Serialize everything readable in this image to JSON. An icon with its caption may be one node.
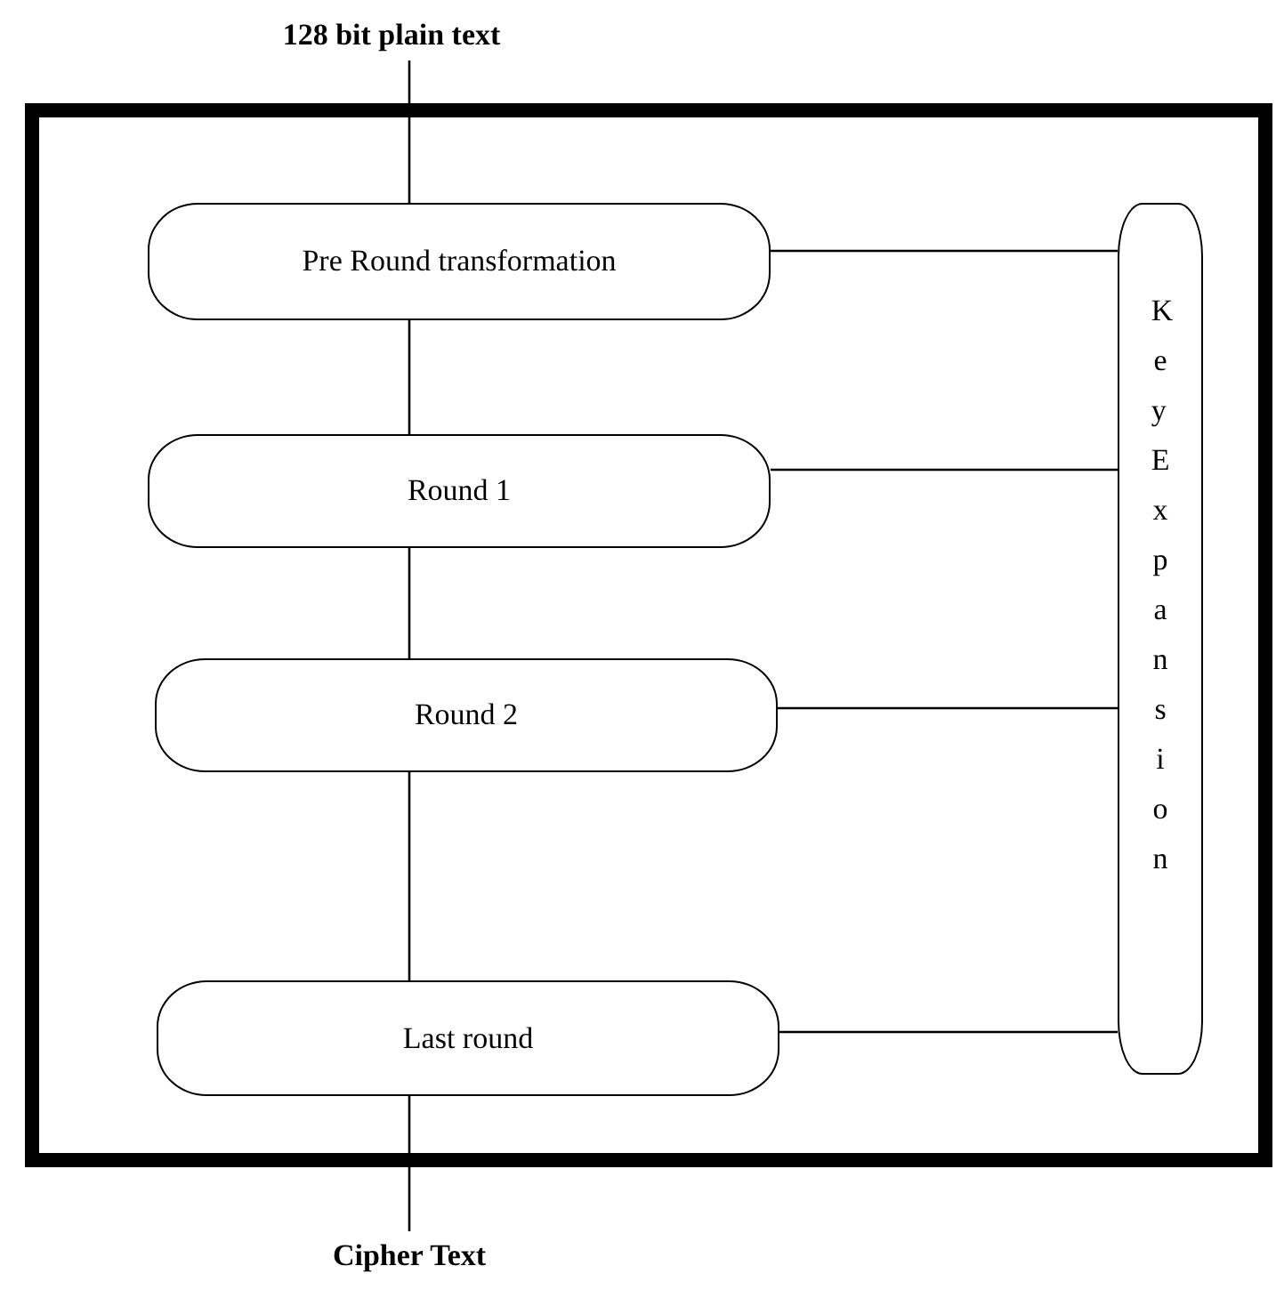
{
  "diagram": {
    "nodes": [
      {
        "text": [
          "128 bit plain text"
        ]
      },
      {
        "text": [],
        "shape": "box"
      },
      {
        "text": [
          "Pre Round transformation"
        ],
        "in": 1
      },
      {
        "text": [
          "Round 1"
        ],
        "in": 1
      },
      {
        "text": [
          "Round 2"
        ],
        "in": 1
      },
      {
        "text": [
          "Last round"
        ],
        "in": 1
      },
      {
        "text": [
          "Key Expansion"
        ],
        "in": 1
      },
      {
        "text": [
          "Cipher Text"
        ]
      }
    ],
    "edges": [
      {
        "from": 0,
        "to": 2,
        "arrow": "none"
      },
      {
        "from": 2,
        "to": 3,
        "arrow": "none"
      },
      {
        "from": 3,
        "to": 4,
        "arrow": "none"
      },
      {
        "from": 4,
        "to": 5,
        "arrow": "none"
      },
      {
        "from": 5,
        "to": 7,
        "arrow": "none"
      },
      {
        "from": 2,
        "to": 6,
        "arrow": "none"
      },
      {
        "from": 3,
        "to": 6,
        "arrow": "none"
      },
      {
        "from": 4,
        "to": 6,
        "arrow": "none"
      },
      {
        "from": 5,
        "to": 6,
        "arrow": "none"
      }
    ]
  }
}
